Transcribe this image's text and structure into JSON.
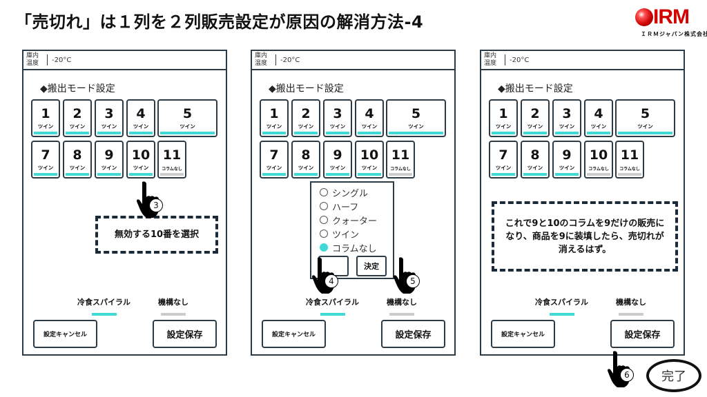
{
  "title": "「売切れ」は１列を２列販売設定が原因の解消方法-4",
  "logo": {
    "text": "IRM",
    "company": "ＩＲＭジャパン株式会社"
  },
  "colors": {
    "twin": "#40d9d6",
    "none": "#cccccc",
    "border": "#2b3a45"
  },
  "common": {
    "temp_label_1": "庫内",
    "temp_label_2": "温度",
    "temp_value": "-20°C",
    "mode_title": "◆搬出モード設定",
    "legend_spiral": "冷食スパイラル",
    "legend_none": "機構なし",
    "cancel": "設定キャンセル",
    "save": "設定保存"
  },
  "panels": [
    {
      "tiles": [
        {
          "n": "1",
          "t": "ツイン"
        },
        {
          "n": "2",
          "t": "ツイン"
        },
        {
          "n": "3",
          "t": "ツイン"
        },
        {
          "n": "4",
          "t": "ツイン"
        },
        {
          "n": "5",
          "t": "ツイン"
        },
        {
          "n": "7",
          "t": "ツイン"
        },
        {
          "n": "8",
          "t": "ツイン"
        },
        {
          "n": "9",
          "t": "ツイン"
        },
        {
          "n": "10",
          "t": "ツイン"
        },
        {
          "n": "11",
          "t": "コラムなし"
        }
      ],
      "note": "無効する10番を選択",
      "step": "3"
    },
    {
      "tiles": [
        {
          "n": "1",
          "t": "ツイン"
        },
        {
          "n": "2",
          "t": "ツイン"
        },
        {
          "n": "3",
          "t": "ツイン"
        },
        {
          "n": "4",
          "t": "ツイン"
        },
        {
          "n": "5",
          "t": "ツイン"
        },
        {
          "n": "7",
          "t": "ツイン"
        },
        {
          "n": "8",
          "t": "ツイン"
        },
        {
          "n": "9",
          "t": "ツイン"
        },
        {
          "n": "10",
          "t": "ツイン"
        },
        {
          "n": "11",
          "t": "コラムなし"
        }
      ],
      "popup": {
        "options": [
          "シングル",
          "ハーフ",
          "クォーター",
          "ツイン",
          "コラムなし"
        ],
        "selected": 4,
        "ok": "決定"
      },
      "steps": [
        "4",
        "5"
      ]
    },
    {
      "tiles": [
        {
          "n": "1",
          "t": "ツイン"
        },
        {
          "n": "2",
          "t": "ツイン"
        },
        {
          "n": "3",
          "t": "ツイン"
        },
        {
          "n": "4",
          "t": "ツイン"
        },
        {
          "n": "5",
          "t": "ツイン"
        },
        {
          "n": "7",
          "t": "ツイン"
        },
        {
          "n": "8",
          "t": "ツイン"
        },
        {
          "n": "9",
          "t": "ツイン"
        },
        {
          "n": "10",
          "t": "コラムなし"
        },
        {
          "n": "11",
          "t": "コラムなし"
        }
      ],
      "note": "これで9と10のコラムを9だけの販売になり、商品を9に装填したら、売切れが消えるはず。",
      "step": "6",
      "done": "完了"
    }
  ]
}
